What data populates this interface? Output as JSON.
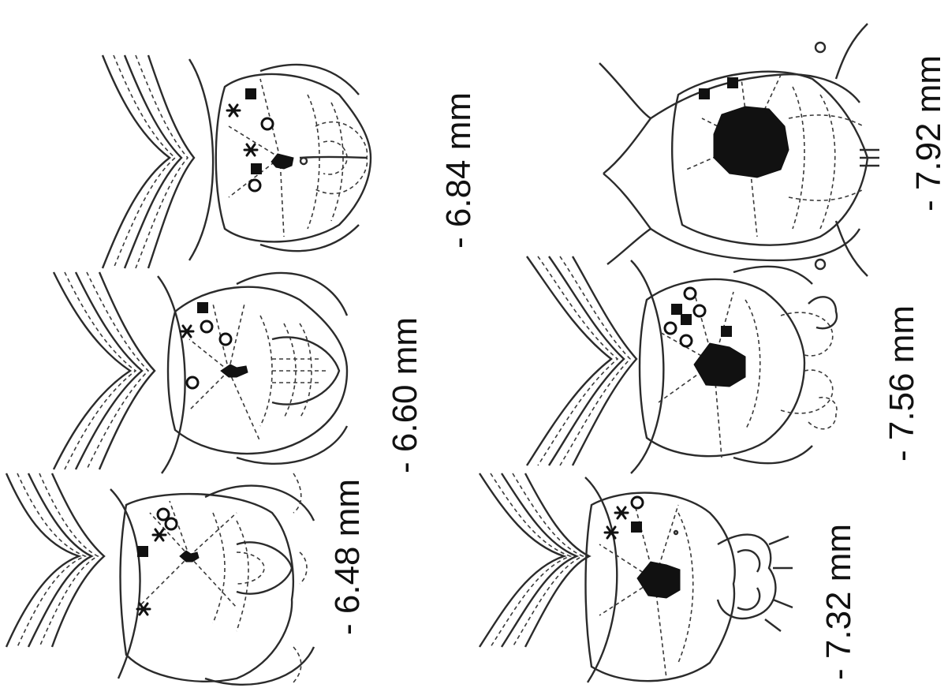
{
  "sections": [
    {
      "id": "s1",
      "label": "- 6.48 mm"
    },
    {
      "id": "s2",
      "label": "- 6.60 mm"
    },
    {
      "id": "s3",
      "label": "- 6.84 mm"
    },
    {
      "id": "s4",
      "label": "- 7.32 mm"
    },
    {
      "id": "s5",
      "label": "- 7.56 mm"
    },
    {
      "id": "s6",
      "label": "- 7.92 mm"
    }
  ]
}
